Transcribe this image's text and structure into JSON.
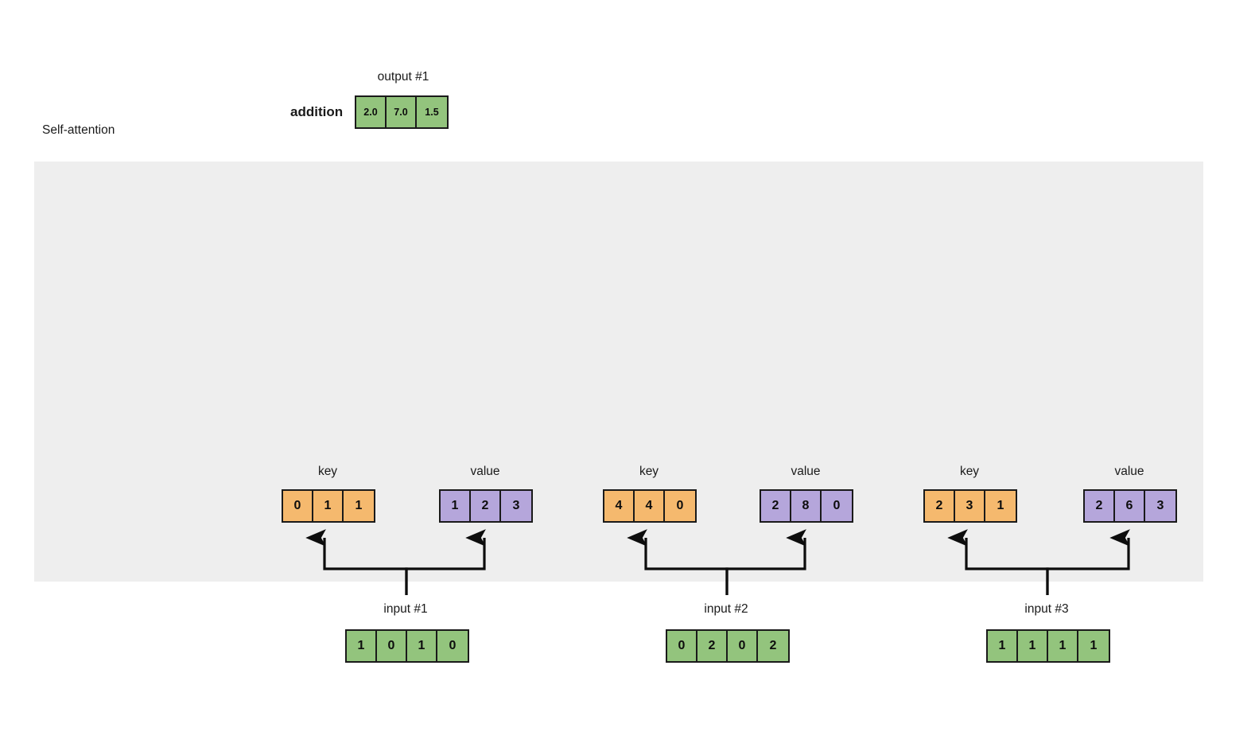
{
  "diagram": {
    "section_label": "Self-attention",
    "output": {
      "caption": "output #1",
      "operation_label": "addition",
      "values": [
        "2.0",
        "7.0",
        "1.5"
      ],
      "color": "#93c47d"
    },
    "groups": [
      {
        "input_caption": "input #1",
        "input_values": [
          "1",
          "0",
          "1",
          "0"
        ],
        "key_caption": "key",
        "key_values": [
          "0",
          "1",
          "1"
        ],
        "value_caption": "value",
        "value_values": [
          "1",
          "2",
          "3"
        ]
      },
      {
        "input_caption": "input #2",
        "input_values": [
          "0",
          "2",
          "0",
          "2"
        ],
        "key_caption": "key",
        "key_values": [
          "4",
          "4",
          "0"
        ],
        "value_caption": "value",
        "value_values": [
          "2",
          "8",
          "0"
        ]
      },
      {
        "input_caption": "input #3",
        "input_values": [
          "1",
          "1",
          "1",
          "1"
        ],
        "key_caption": "key",
        "key_values": [
          "2",
          "3",
          "1"
        ],
        "value_caption": "value",
        "value_values": [
          "2",
          "6",
          "3"
        ]
      }
    ],
    "colors": {
      "key": "#f5b96e",
      "value": "#b5a6db",
      "input": "#93c47d",
      "output": "#93c47d",
      "panel": "#eeeeee",
      "stroke": "#1a1a1a"
    }
  }
}
